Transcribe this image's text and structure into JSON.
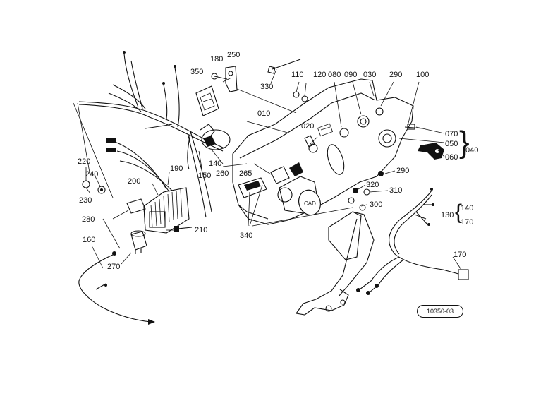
{
  "diagram": {
    "reference": "10350-03",
    "labels": {
      "p180": "180",
      "p250": "250",
      "p350": "350",
      "p330": "330",
      "p110": "110",
      "p120": "120",
      "p080": "080",
      "p090": "090",
      "p030": "030",
      "p290a": "290",
      "p100": "100",
      "p010": "010",
      "p020": "020",
      "p070": "070",
      "p050": "050",
      "p060": "060",
      "p040": "040",
      "p140": "140",
      "p260": "260",
      "p265": "265",
      "p290b": "290",
      "p220": "220",
      "p240": "240",
      "p230": "230",
      "p190": "190",
      "p200": "200",
      "p150": "150",
      "p320": "320",
      "p310": "310",
      "p300": "300",
      "p280": "280",
      "p210": "210",
      "p340": "340",
      "p160": "160",
      "p270": "270",
      "p130": "130",
      "p140b": "140",
      "p170b": "170",
      "p170": "170"
    }
  }
}
